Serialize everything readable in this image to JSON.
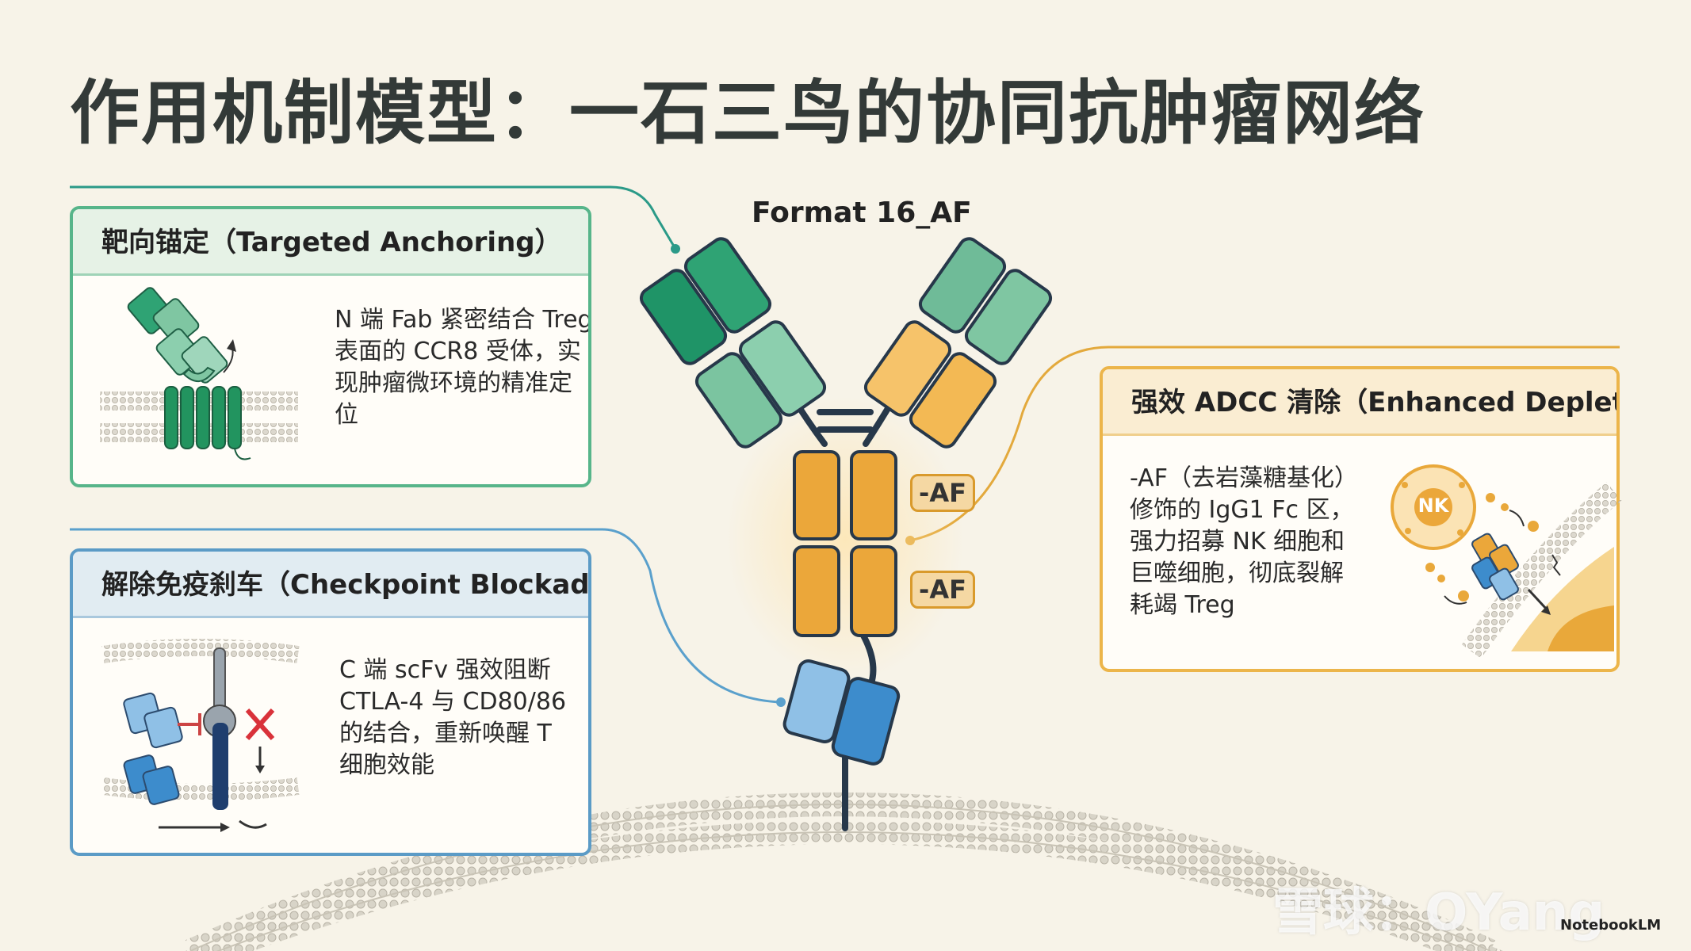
{
  "title": "作用机制模型：一石三鸟的协同抗肿瘤网络",
  "format_label": "Format 16_AF",
  "af_tags": [
    "-AF",
    "-AF"
  ],
  "panels": {
    "targeting": {
      "heading": "靶向锚定（Targeted Anchoring）",
      "lines": [
        "N 端 Fab 紧密结合 Treg",
        "表面的 CCR8 受体，实",
        "现肿瘤微环境的精准定",
        "位"
      ]
    },
    "checkpoint": {
      "heading": "解除免疫刹车（Checkpoint Blockade）",
      "lines": [
        "C 端 scFv 强效阻断",
        "CTLA-4 与 CD80/86",
        "的结合，重新唤醒 T",
        "细胞效能"
      ]
    },
    "adcc": {
      "heading": "强效 ADCC 清除（Enhanced Depletion）",
      "lines": [
        "-AF（去岩藻糖基化）",
        "修饰的 IgG1 Fc 区，",
        "强力招募 NK 细胞和",
        "巨噬细胞，彻底裂解",
        "耗竭 Treg"
      ],
      "nk_label": "NK"
    }
  },
  "watermark": "雪球：OYang",
  "credit": "NotebookLM",
  "colors": {
    "background": "#f7f3e8",
    "green_dark": "#23936a",
    "green_light": "#7fc6a2",
    "orange": "#e9a83a",
    "orange_light": "#f7c66a",
    "blue_light": "#8fc0e6",
    "blue_dark": "#3d8ccc",
    "teal_line": "#2b9a88",
    "blue_line": "#5aa0cc",
    "gold_line": "#e3a93c"
  },
  "icons": [
    "membrane-icon",
    "receptor-icon",
    "binding-arrow-icon",
    "block-cross-icon",
    "nk-cell-icon",
    "lysis-icon"
  ]
}
